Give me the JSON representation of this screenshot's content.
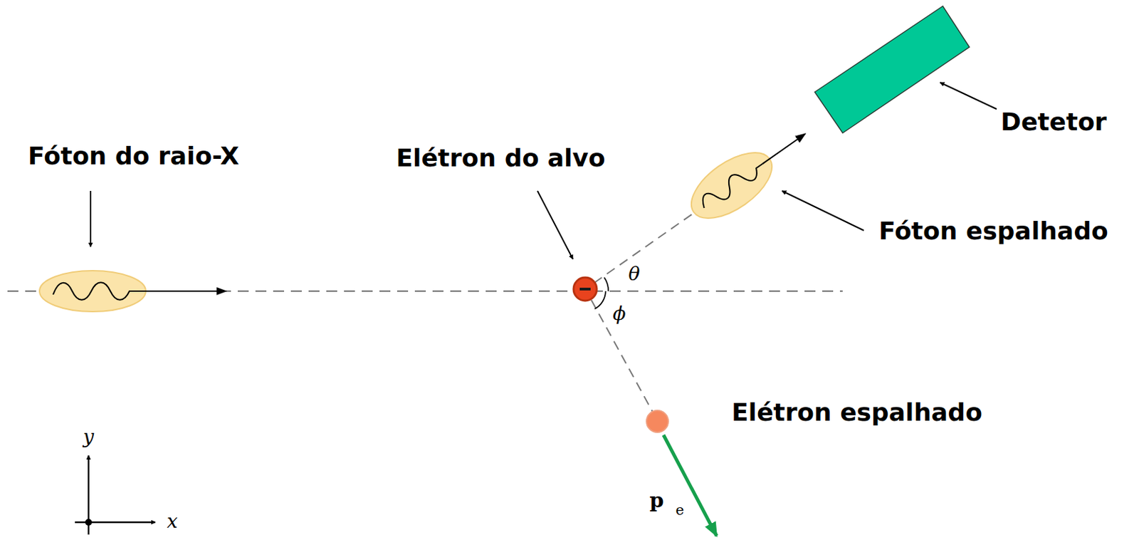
{
  "diagram": {
    "labels": [
      "Fóton do raio-X",
      "Elétron do alvo",
      "Detetor",
      "Fóton espalhado",
      "θ",
      "ϕ",
      "Elétron espalhado",
      "p",
      "e",
      "y",
      "x"
    ]
  }
}
